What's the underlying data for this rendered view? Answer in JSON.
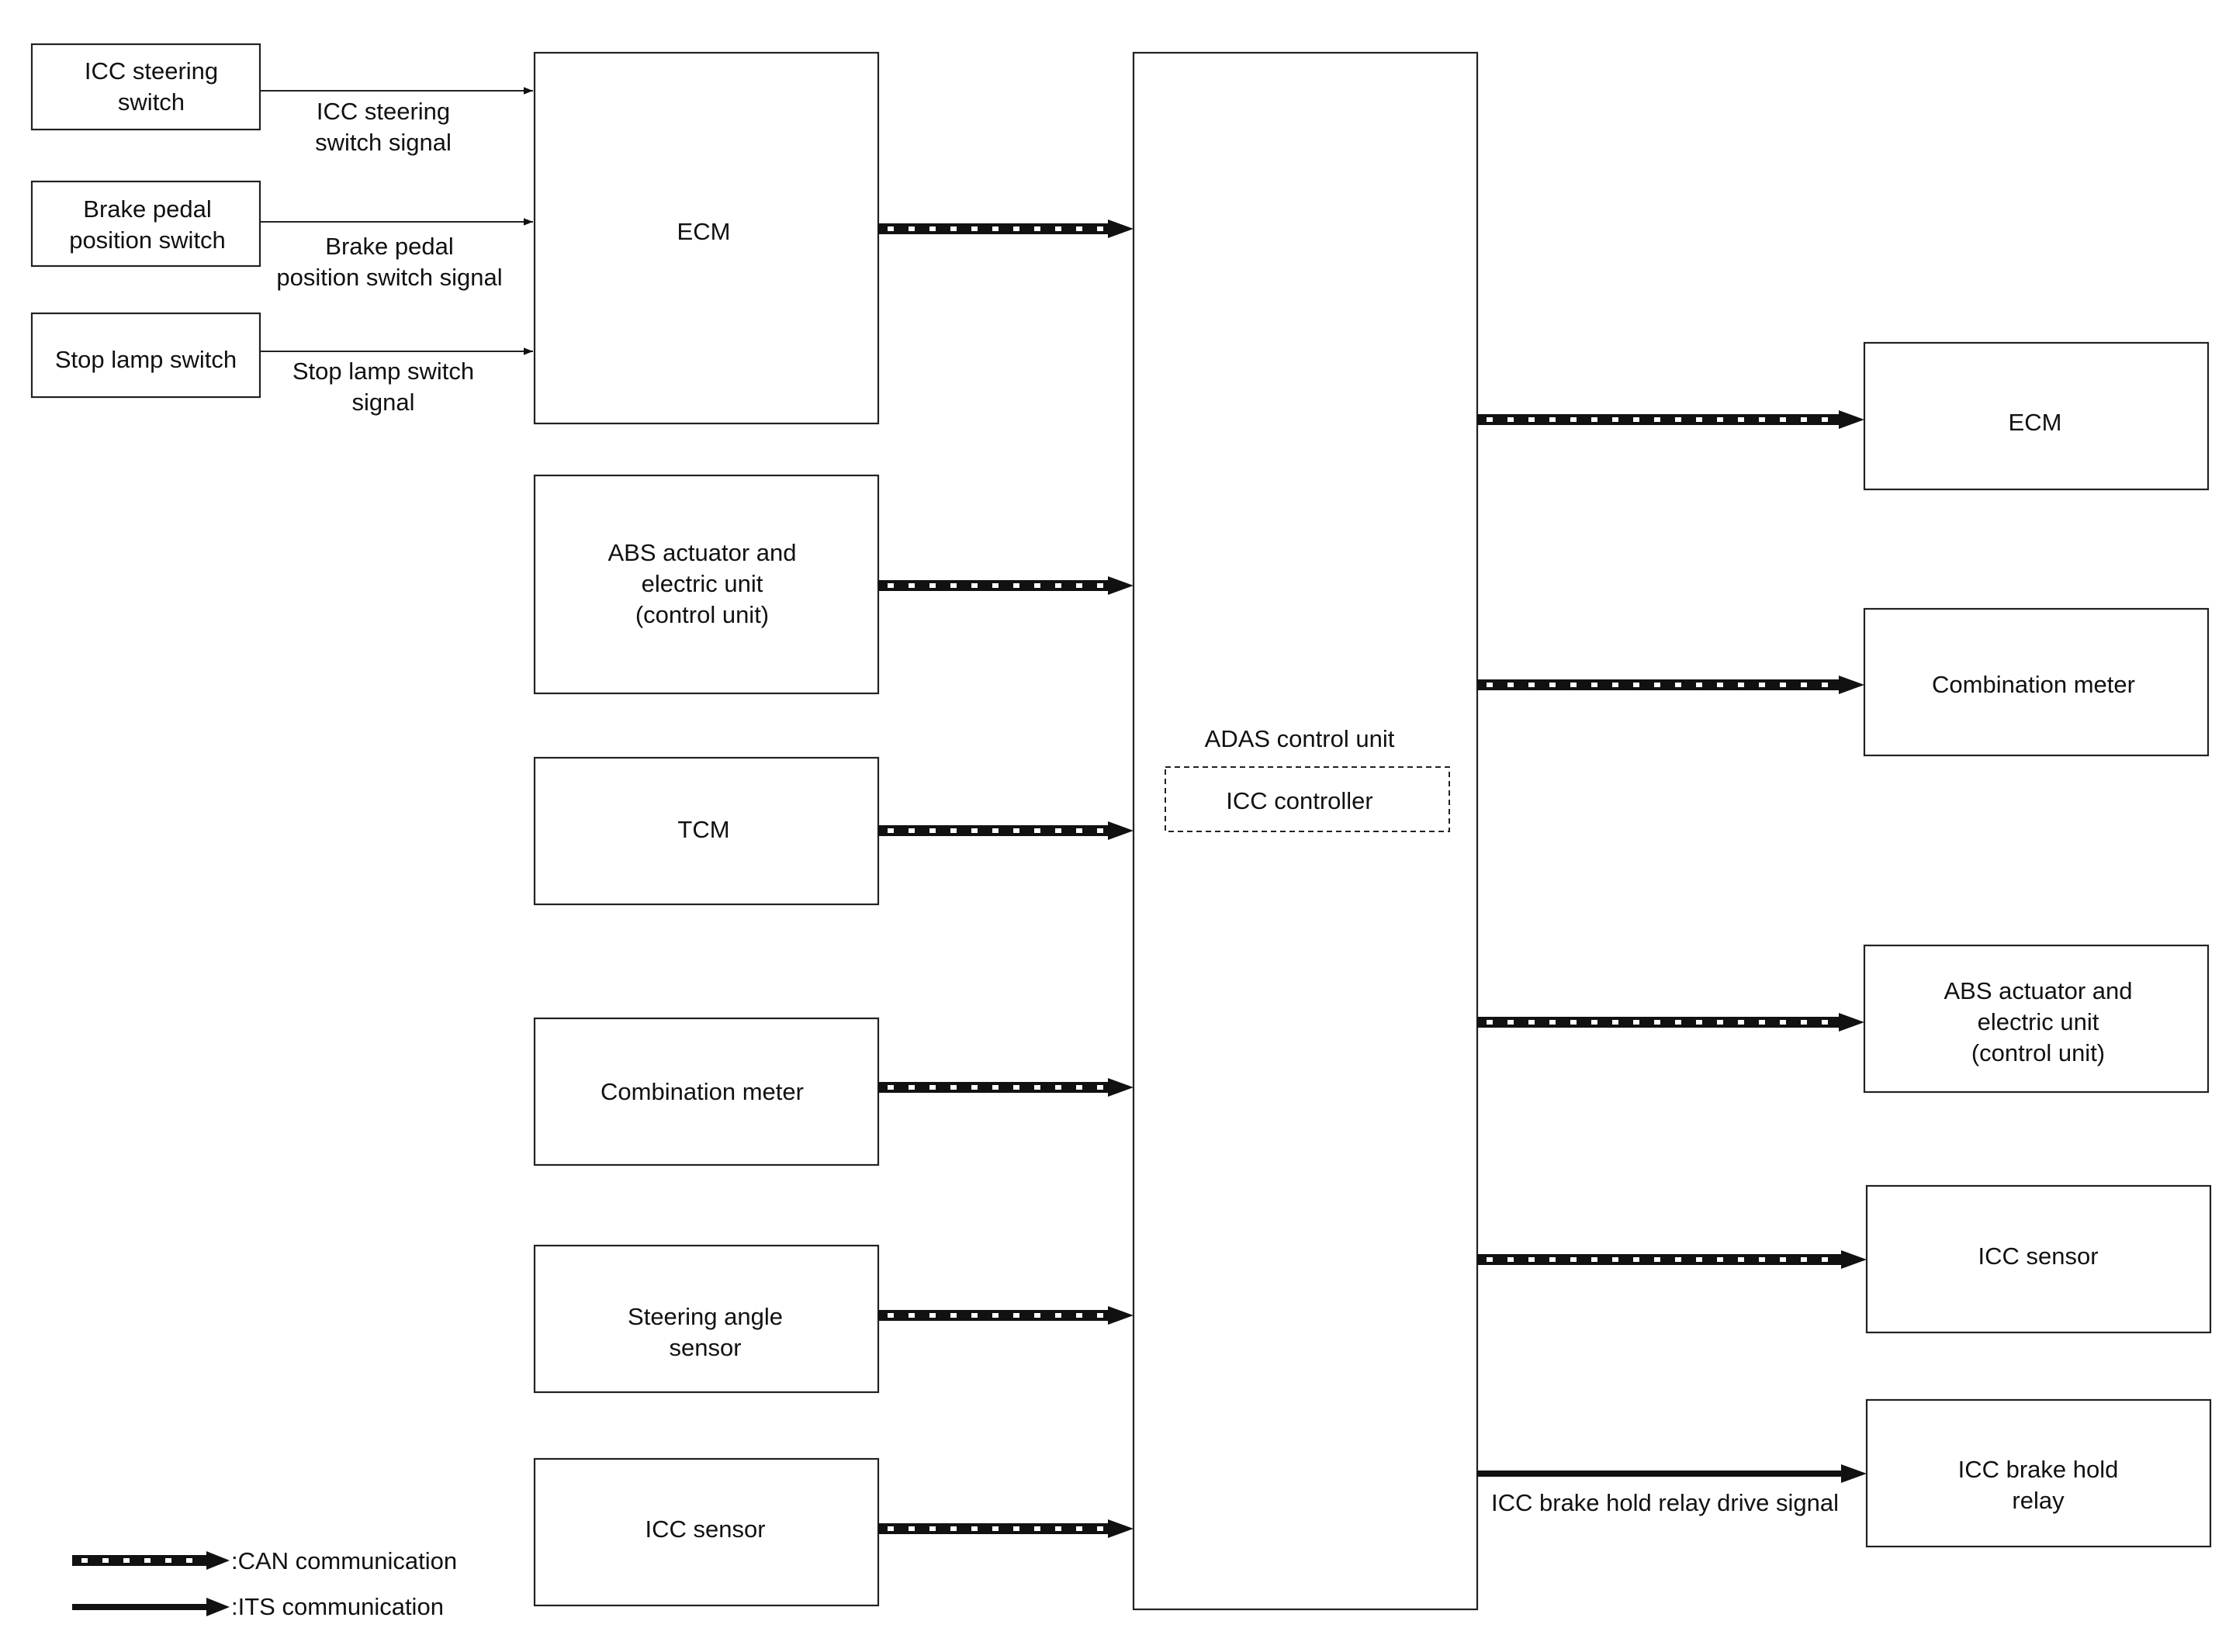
{
  "inputs_left": {
    "icc_steering_switch": [
      "ICC steering",
      "switch"
    ],
    "brake_pedal_position_switch": [
      "Brake pedal",
      "position switch"
    ],
    "stop_lamp_switch": [
      "Stop lamp switch"
    ]
  },
  "signals_left": {
    "icc_steering_switch_signal": [
      "ICC steering",
      "switch signal"
    ],
    "brake_pedal_position_switch_signal": [
      "Brake pedal",
      "position switch signal"
    ],
    "stop_lamp_switch_signal": [
      "Stop lamp switch",
      "signal"
    ]
  },
  "left_units": {
    "ecm": [
      "ECM"
    ],
    "abs": [
      "ABS actuator and",
      "electric unit",
      "(control unit)"
    ],
    "tcm": [
      "TCM"
    ],
    "combination_meter": [
      "Combination meter"
    ],
    "steering_angle_sensor": [
      "Steering angle",
      "sensor"
    ],
    "icc_sensor": [
      "ICC sensor"
    ]
  },
  "center": {
    "adas_control_unit": "ADAS control unit",
    "icc_controller": "ICC controller"
  },
  "right_units": {
    "ecm": [
      "ECM"
    ],
    "combination_meter": [
      "Combination meter"
    ],
    "abs": [
      "ABS actuator and",
      "electric unit",
      "(control unit)"
    ],
    "icc_sensor": [
      "ICC sensor"
    ],
    "icc_brake_hold_relay": [
      "ICC brake hold",
      "relay"
    ]
  },
  "signals_right": {
    "icc_brake_hold_relay_drive_signal": "ICC brake hold relay drive signal"
  },
  "legend": {
    "can": ":CAN communication",
    "its": ":ITS communication"
  },
  "colors": {
    "line": "#111111",
    "can_dash_light": "#ffffff"
  }
}
